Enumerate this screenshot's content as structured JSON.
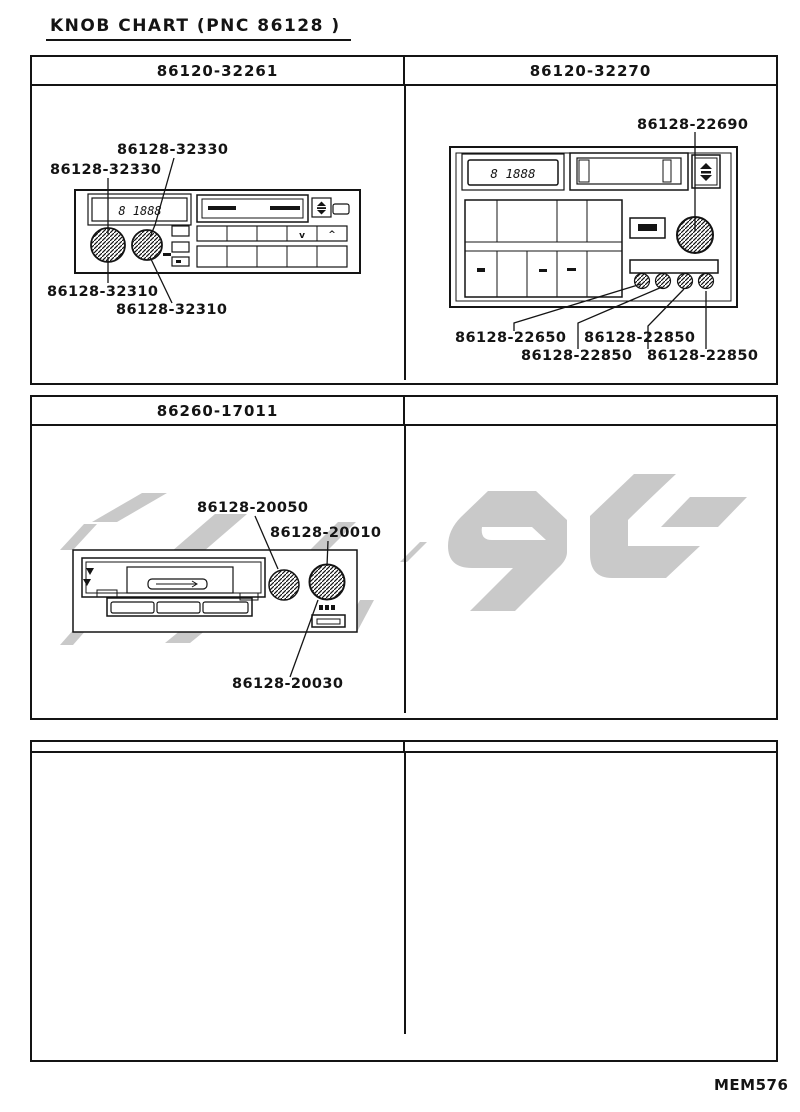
{
  "page": {
    "title": "KNOB CHART (PNC 86128 )",
    "footer_code": "MEM576"
  },
  "tables": {
    "top": {
      "headers": [
        "86120-32261",
        "86120-32270"
      ]
    },
    "middle": {
      "headers": [
        "86260-17011",
        ""
      ]
    },
    "bottom": {
      "headers": [
        "",
        ""
      ]
    }
  },
  "radio1": {
    "display_text": "8 1888",
    "button_down": "v",
    "button_up": "^",
    "labels": {
      "top": "86128-32330",
      "left": "86128-32330",
      "bottom_left": "86128-32310",
      "bottom": "86128-32310"
    }
  },
  "radio2": {
    "display_text": "8 1888",
    "labels": {
      "top": "86128-22690",
      "row1_left": "86128-22650",
      "row1_right": "86128-22850",
      "row2_left": "86128-22850",
      "row2_right": "86128-22850"
    }
  },
  "radio3": {
    "labels": {
      "small_knob": "86128-20050",
      "large_knob": "86128-20010",
      "button": "86128-20030"
    }
  },
  "colors": {
    "line": "#141414",
    "watermark": "#c9c9c9",
    "background": "#ffffff"
  }
}
